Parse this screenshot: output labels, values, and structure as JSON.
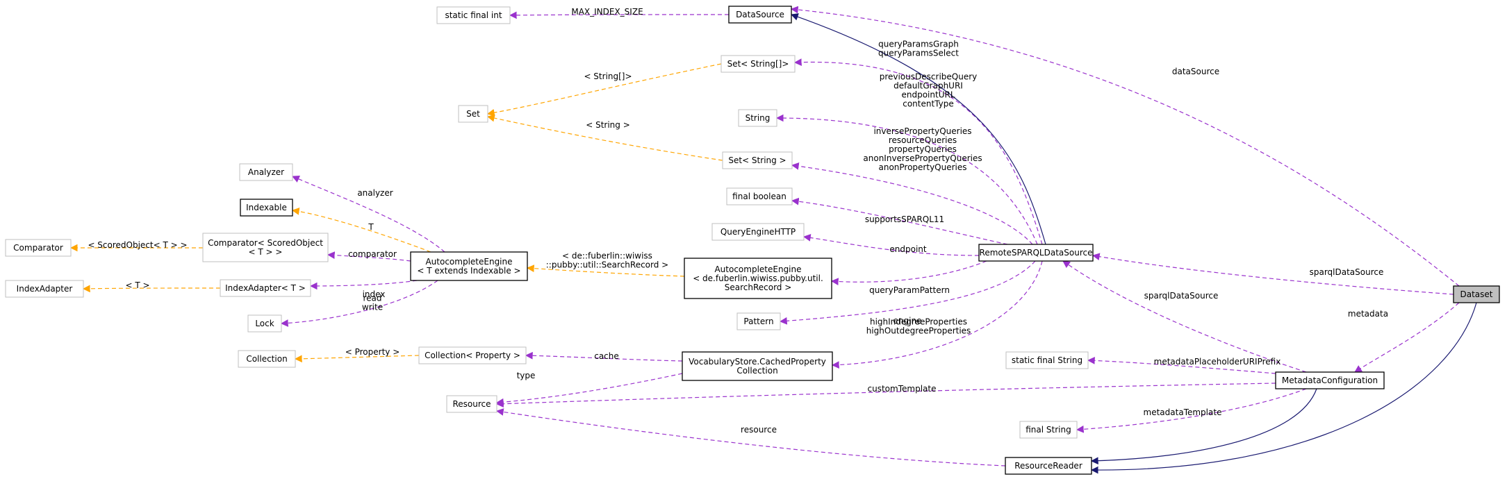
{
  "colors": {
    "member_edge": "#9a32cd",
    "template_edge": "#ffa500",
    "inheritance_edge": "#191970",
    "external_border": "#bfbfbf",
    "focus_fill": "#bfbfbf"
  },
  "nodes": {
    "static_final_int": [
      "static final int"
    ],
    "datasource": [
      "DataSource"
    ],
    "set_string_array": [
      "Set< String[]>"
    ],
    "set": [
      "Set"
    ],
    "string": [
      "String"
    ],
    "set_string": [
      "Set< String >"
    ],
    "analyzer": [
      "Analyzer"
    ],
    "indexable": [
      "Indexable"
    ],
    "comparator": [
      "Comparator"
    ],
    "comparator_scored": [
      "Comparator< ScoredObject",
      "< T > >"
    ],
    "indexadapter": [
      "IndexAdapter"
    ],
    "indexadapter_t": [
      "IndexAdapter< T >"
    ],
    "autocomplete_t": [
      "AutocompleteEngine",
      "< T extends Indexable >"
    ],
    "lock": [
      "Lock"
    ],
    "final_boolean": [
      "final boolean"
    ],
    "query_engine_http": [
      "QueryEngineHTTP"
    ],
    "autocomplete_search": [
      "AutocompleteEngine",
      "< de.fuberlin.wiwiss.pubby.util.",
      "SearchRecord >"
    ],
    "pattern": [
      "Pattern"
    ],
    "collection": [
      "Collection"
    ],
    "collection_property": [
      "Collection< Property >"
    ],
    "cached_property": [
      "VocabularyStore.CachedProperty",
      "Collection"
    ],
    "resource": [
      "Resource"
    ],
    "remote_sparql": [
      "RemoteSPARQLDataSource"
    ],
    "static_final_string": [
      "static final String"
    ],
    "final_string": [
      "final String"
    ],
    "metadata_config": [
      "MetadataConfiguration"
    ],
    "resource_reader": [
      "ResourceReader"
    ],
    "dataset": [
      "Dataset"
    ]
  },
  "edge_labels": {
    "max_index_size": [
      "MAX_INDEX_SIZE"
    ],
    "query_params": [
      "queryParamsGraph",
      "queryParamsSelect"
    ],
    "string_array": [
      "< String[]>"
    ],
    "string_templ": [
      "< String >"
    ],
    "string_fields": [
      "previousDescribeQuery",
      "defaultGraphURI",
      "endpointURL",
      "contentType"
    ],
    "query_sets": [
      "inversePropertyQueries",
      "resourceQueries",
      "propertyQueries",
      "anonInversePropertyQueries",
      "anonPropertyQueries"
    ],
    "analyzer": [
      "analyzer"
    ],
    "t": [
      "T"
    ],
    "scored_object": [
      "< ScoredObject< T > >"
    ],
    "comparator": [
      "comparator"
    ],
    "t_templ": [
      "< T >"
    ],
    "index": [
      "index"
    ],
    "read_write": [
      "read",
      "write"
    ],
    "search_record": [
      "< de::fuberlin::wiwiss",
      "::pubby::util::SearchRecord >"
    ],
    "supports_sparql": [
      "supportsSPARQL11"
    ],
    "endpoint": [
      "endpoint"
    ],
    "engine": [
      "engine"
    ],
    "query_param_pattern": [
      "queryParamPattern"
    ],
    "degree_props": [
      "highIndegreeProperties",
      "highOutdegreeProperties"
    ],
    "property_templ": [
      "< Property >"
    ],
    "cache": [
      "cache"
    ],
    "type": [
      "type"
    ],
    "custom_template": [
      "customTemplate"
    ],
    "resource": [
      "resource"
    ],
    "data_source": [
      "dataSource"
    ],
    "sparql_data_source_1": [
      "sparqlDataSource"
    ],
    "sparql_data_source_2": [
      "sparqlDataSource"
    ],
    "metadata": [
      "metadata"
    ],
    "metadata_placeholder": [
      "metadataPlaceholderURIPrefix"
    ],
    "metadata_template": [
      "metadataTemplate"
    ]
  }
}
